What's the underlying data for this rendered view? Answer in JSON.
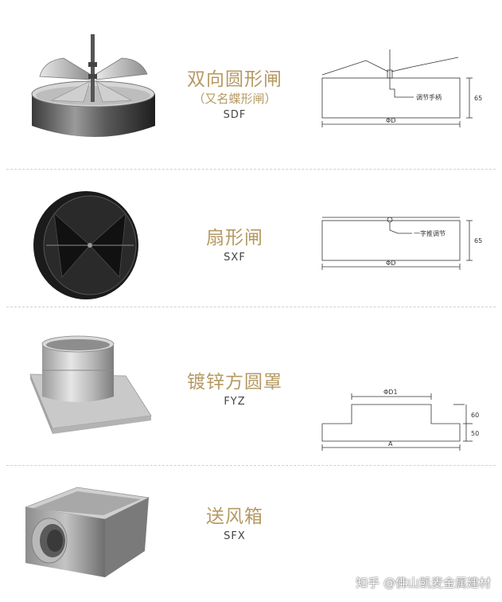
{
  "products": [
    {
      "name_cn": "双向圆形闸",
      "alias_cn": "（又名蝶形闸）",
      "code": "SDF",
      "drawing": {
        "label_adjust": "调节手柄",
        "dim_diameter": "ΦD",
        "dim_height": "65"
      }
    },
    {
      "name_cn": "扇形闸",
      "code": "SXF",
      "drawing": {
        "label_adjust": "一字推调节",
        "dim_diameter": "ΦD",
        "dim_height": "65"
      }
    },
    {
      "name_cn": "镀锌方圆罩",
      "code": "FYZ",
      "drawing": {
        "dim_top": "ΦD1",
        "dim_width": "A",
        "dim_height_top": "60",
        "dim_height_base": "50"
      }
    },
    {
      "name_cn": "送风箱",
      "code": "SFX"
    }
  ],
  "watermark": "知乎 @佛山凯麦金属建材",
  "colors": {
    "title_gold": "#b59a63",
    "divider": "#d0d0d0"
  }
}
